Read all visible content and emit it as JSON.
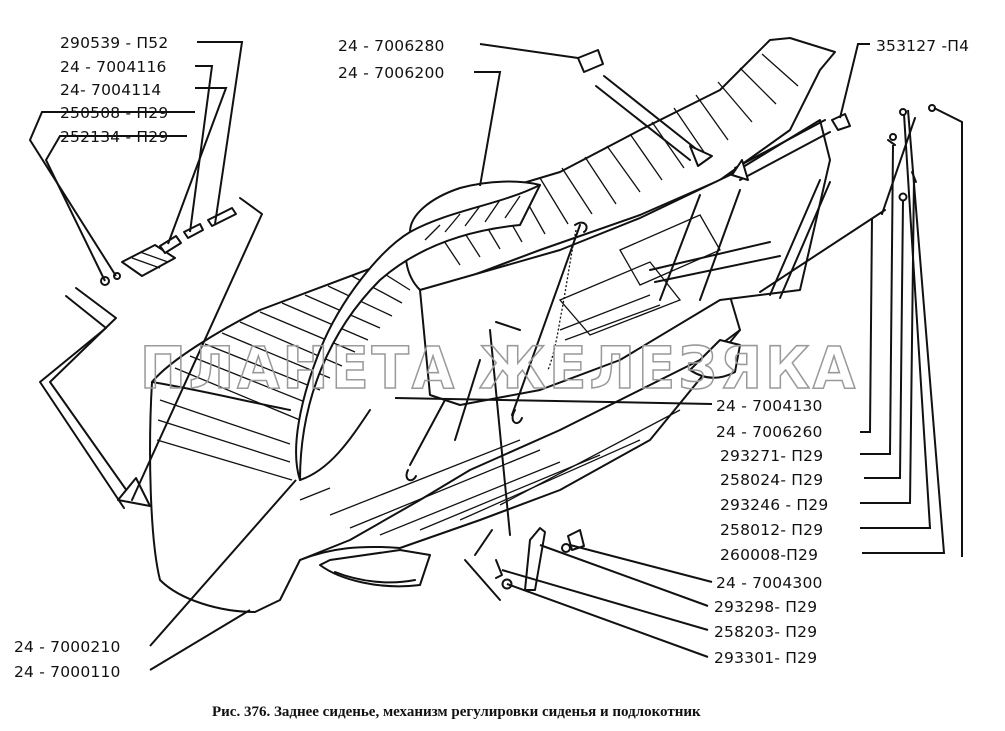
{
  "caption": "Рис. 376. Заднее сиденье, механизм регулировки сиденья и подлокотник",
  "watermark": "ПЛАНЕТА ЖЕЛЕЗЯКА",
  "part_labels": {
    "p290539": "290539 - П52",
    "p24_7004116": "24 - 7004116",
    "p24_7004114": "24- 7004114",
    "p250508": "250508 - П29",
    "p252134": "252134 - П29",
    "p24_7006280": "24 - 7006280",
    "p24_7006200": "24 - 7006200",
    "p353127": "353127 -П4",
    "p24_7004130": "24 - 7004130",
    "p24_7006260": "24 - 7006260",
    "p293271": "293271- П29",
    "p258024": "258024- П29",
    "p293246": "293246 - П29",
    "p258012": "258012- П29",
    "p260008": "260008-П29",
    "p24_7004300": "24 - 7004300",
    "p293298": "293298- П29",
    "p258203": "258203- П29",
    "p293301": "293301- П29",
    "p24_7000210": "24 - 7000210",
    "p24_7000110": "24 - 7000110"
  }
}
